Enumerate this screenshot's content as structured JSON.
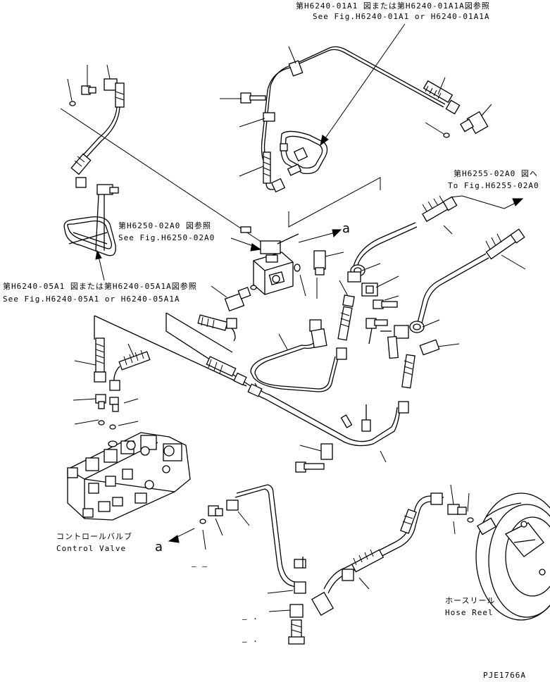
{
  "refs": {
    "top": {
      "jp": "第H6240-01A1 図または第H6240-01A1A図参照",
      "en": "See Fig.H6240-01A1 or H6240-01A1A"
    },
    "right": {
      "jp": "第H6255-02A0 図へ",
      "en": "To Fig.H6255-02A0"
    },
    "mid": {
      "jp": "第H6250-02A0 図参照",
      "en": "See Fig.H6250-02A0"
    },
    "left": {
      "jp": "第H6240-05A1 図または第H6240-05A1A図参照",
      "en": "See Fig.H6240-05A1 or H6240-05A1A"
    }
  },
  "markers": {
    "a_upper": "a",
    "a_lower": "a",
    "dash_1": "— —",
    "dash_2": "— ·",
    "dash_3": "— ·"
  },
  "components": {
    "control_valve": {
      "jp": "コントロールバルブ",
      "en": "Control Valve"
    },
    "hose_reel": {
      "jp": "ホースリール",
      "en": "Hose Reel"
    }
  },
  "drawing_number": "PJE1766A"
}
